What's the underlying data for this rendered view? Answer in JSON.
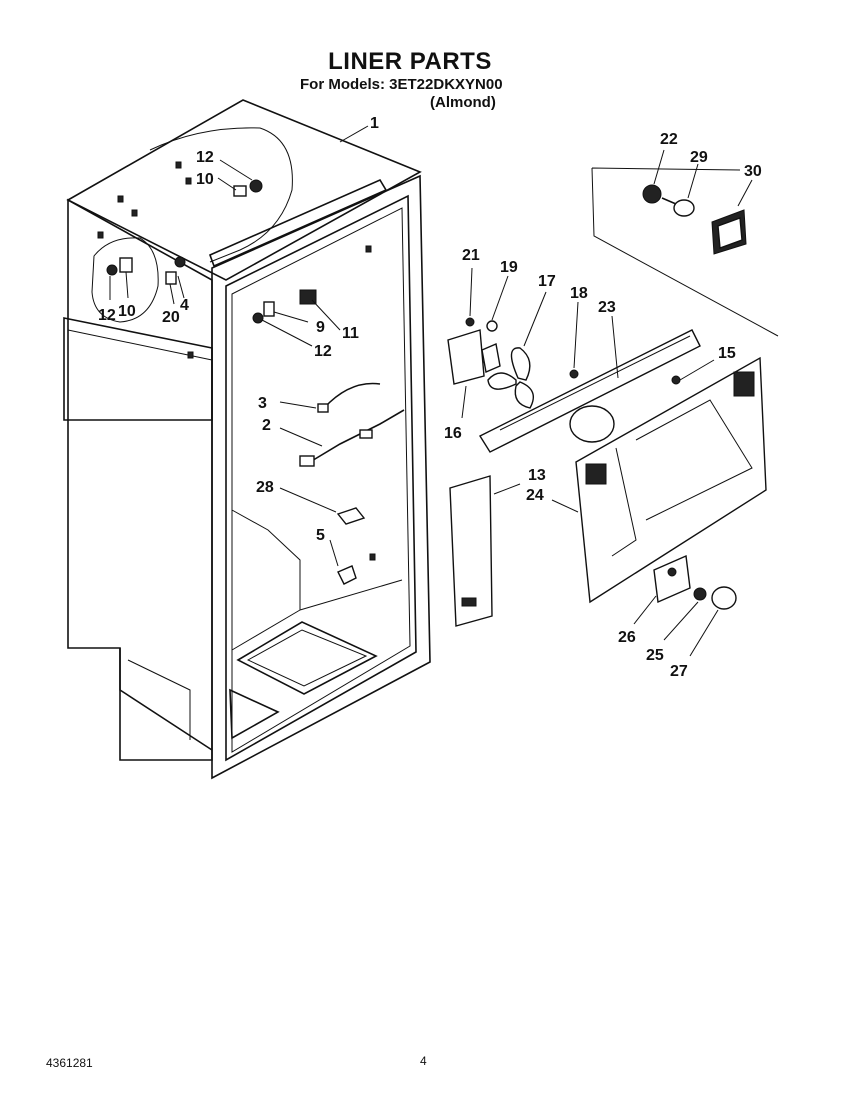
{
  "header": {
    "title": "LINER PARTS",
    "models_line": "For Models: 3ET22DKXYN00",
    "color_line": "(Almond)"
  },
  "footer": {
    "doc_number": "4361281",
    "page_number": "4"
  },
  "callouts": {
    "c1": "1",
    "c2": "2",
    "c3": "3",
    "c4": "4",
    "c5": "5",
    "c9": "9",
    "c10a": "10",
    "c10b": "10",
    "c11": "11",
    "c12a": "12",
    "c12b": "12",
    "c12c": "12",
    "c13": "13",
    "c15": "15",
    "c16": "16",
    "c17": "17",
    "c18": "18",
    "c19": "19",
    "c20": "20",
    "c21": "21",
    "c22": "22",
    "c23": "23",
    "c24": "24",
    "c25": "25",
    "c26": "26",
    "c27": "27",
    "c28": "28",
    "c29": "29",
    "c30": "30"
  }
}
